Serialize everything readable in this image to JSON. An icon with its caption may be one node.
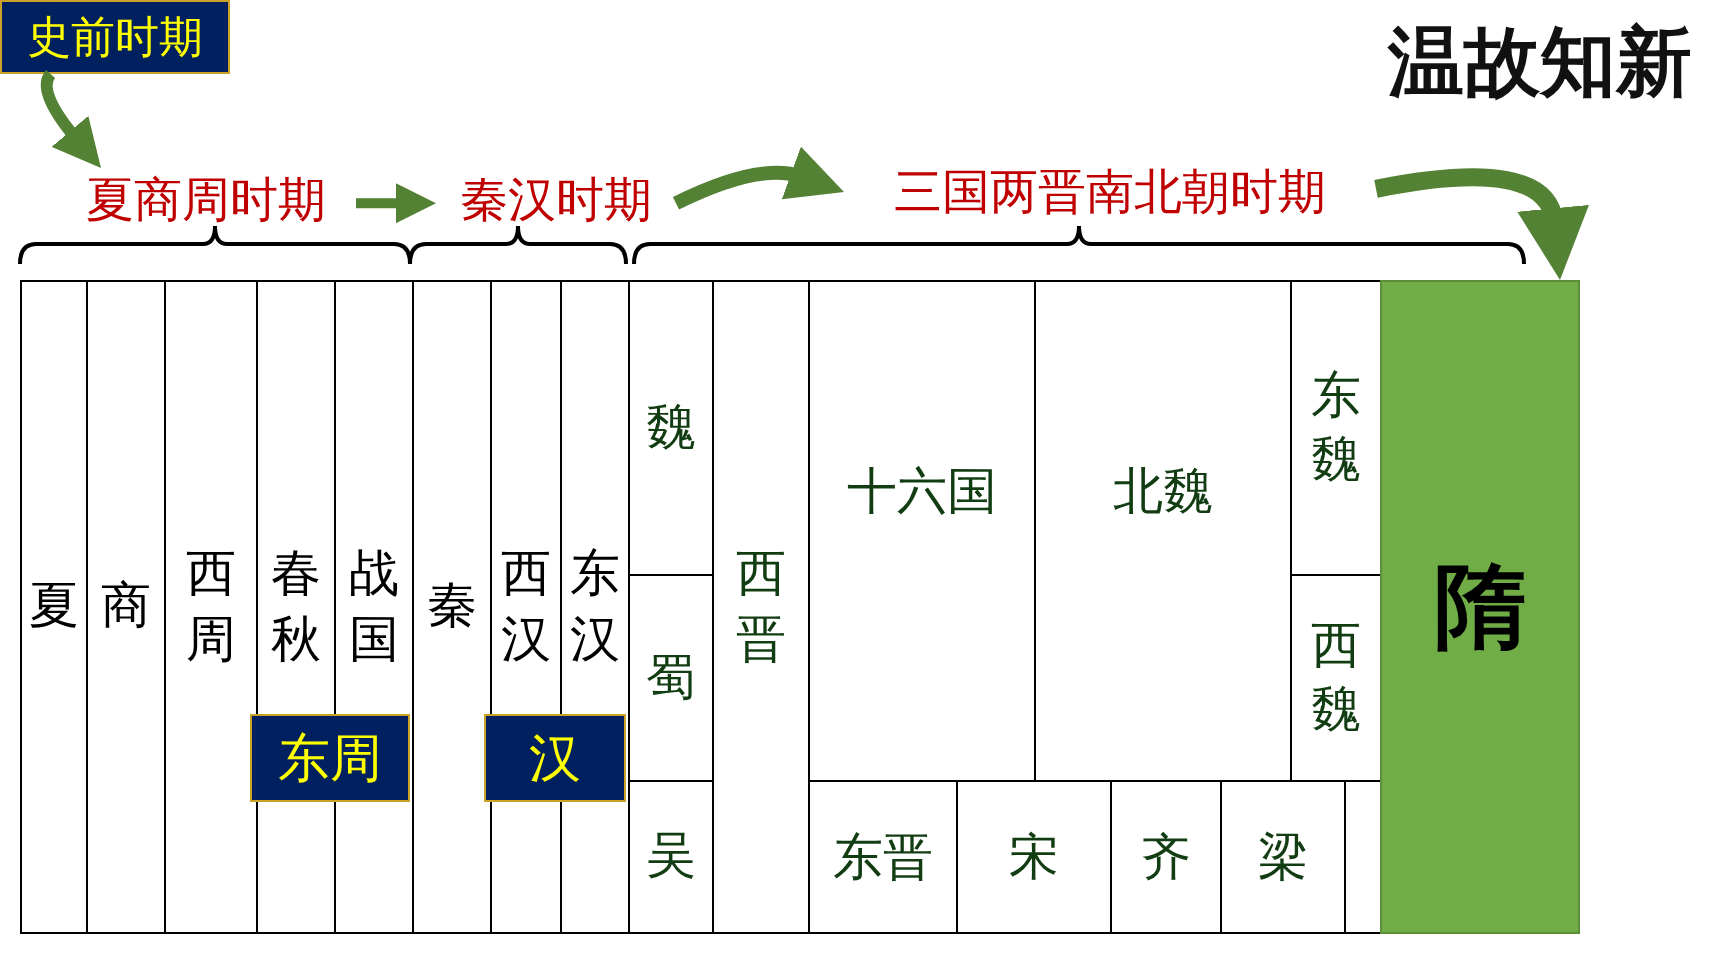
{
  "diagram": {
    "title": "温故知新",
    "nodes": [
      {
        "text": [
          "史前时期"
        ]
      },
      {
        "text": [
          "夏商周时期"
        ]
      },
      {
        "text": [
          "秦汉时期"
        ]
      },
      {
        "text": [
          "三国两晋南北朝时期"
        ]
      },
      {
        "text": [
          "夏"
        ]
      },
      {
        "text": [
          "商"
        ]
      },
      {
        "text": [
          "西周"
        ]
      },
      {
        "text": [
          "春秋"
        ]
      },
      {
        "text": [
          "战国"
        ]
      },
      {
        "text": [
          "秦"
        ]
      },
      {
        "text": [
          "西汉"
        ]
      },
      {
        "text": [
          "东汉"
        ]
      },
      {
        "text": [
          "东周"
        ]
      },
      {
        "text": [
          "汉"
        ]
      },
      {
        "text": [
          "魏"
        ]
      },
      {
        "text": [
          "蜀"
        ]
      },
      {
        "text": [
          "吴"
        ]
      },
      {
        "text": [
          "西晋"
        ]
      },
      {
        "text": [
          "十六国"
        ]
      },
      {
        "text": [
          "北魏"
        ]
      },
      {
        "text": [
          "东魏"
        ]
      },
      {
        "text": [
          "西魏"
        ]
      },
      {
        "text": [
          "东晋"
        ]
      },
      {
        "text": [
          "宋"
        ]
      },
      {
        "text": [
          "齐"
        ]
      },
      {
        "text": [
          "梁"
        ]
      },
      {
        "text": [],
        "shape": "box"
      },
      {
        "text": [
          "隋"
        ]
      }
    ],
    "edges": [
      {
        "from": 0,
        "to": 1,
        "arrow": "to"
      },
      {
        "from": 1,
        "to": 2,
        "arrow": "to"
      },
      {
        "from": 2,
        "to": 3,
        "arrow": "to"
      },
      {
        "from": 3,
        "to": 27,
        "arrow": "to"
      }
    ]
  }
}
